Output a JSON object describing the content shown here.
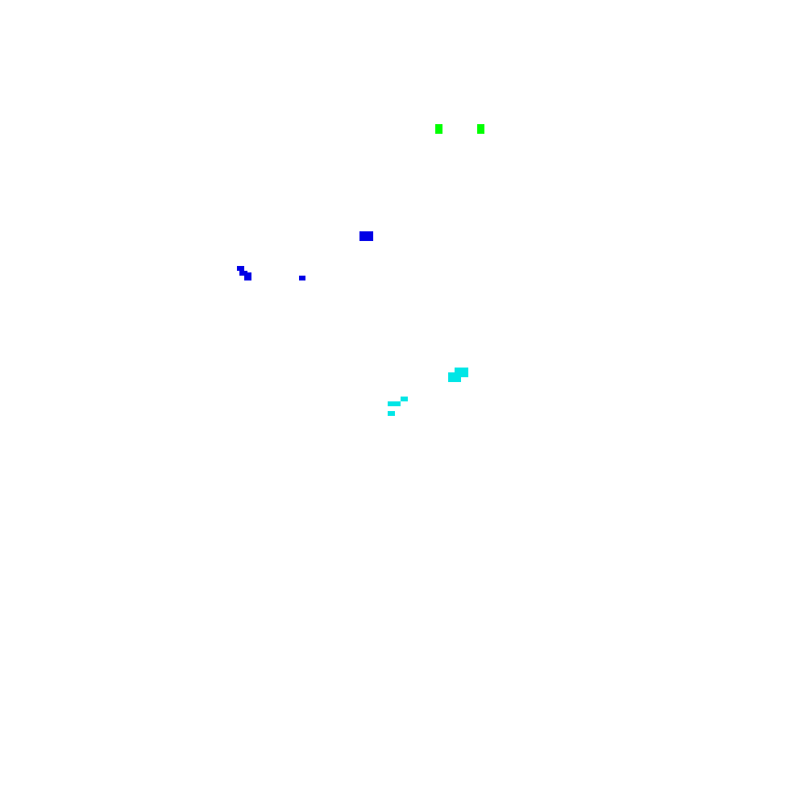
{
  "background": "#ffffff",
  "colors": {
    "green": "#00ff00",
    "blue": "#0000e6",
    "cyan": "#00e6e6"
  },
  "groups": [
    {
      "name": "green-cluster",
      "color_key": "green"
    },
    {
      "name": "blue-cluster",
      "color_key": "blue"
    },
    {
      "name": "cyan-cluster",
      "color_key": "cyan"
    }
  ]
}
